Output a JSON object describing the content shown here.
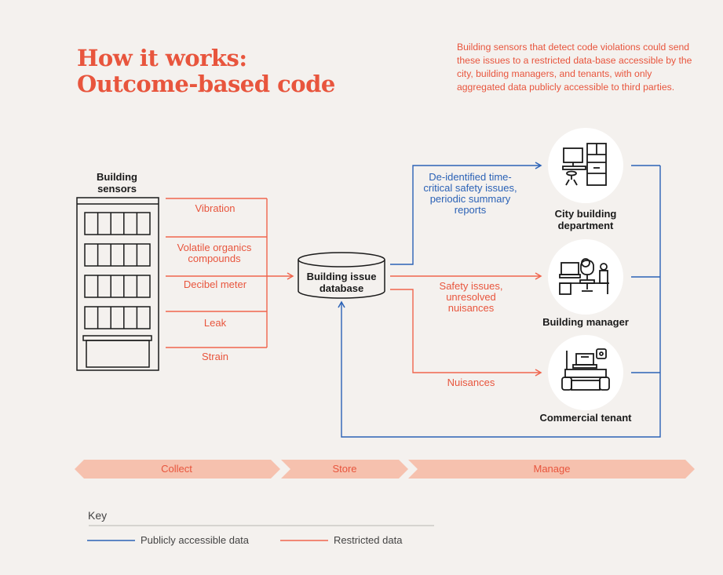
{
  "title": {
    "line1": "How it works:",
    "line2": "Outcome-based code"
  },
  "intro": "Building sensors that detect code violations could send these issues to a restricted data-base accessible by the city, building managers, and tenants, with only aggregated data publicly accessible to third parties.",
  "sensors": {
    "title": "Building sensors",
    "items": [
      "Vibration",
      "Volatile organics compounds",
      "Decibel meter",
      "Leak",
      "Strain"
    ]
  },
  "database": "Building issue database",
  "flows": {
    "city": "De-identified time-critical safety issues, periodic summary reports",
    "manager": "Safety issues, unresolved nuisances",
    "tenant": "Nuisances"
  },
  "recipients": {
    "city": "City building department",
    "manager": "Building manager",
    "tenant": "Commercial tenant"
  },
  "icons": {
    "city": "city-department-icon",
    "manager": "building-manager-icon",
    "tenant": "commercial-tenant-icon",
    "building": "building-icon",
    "database": "database-cylinder-icon"
  },
  "stages": [
    "Collect",
    "Store",
    "Manage"
  ],
  "key": {
    "title": "Key",
    "public": "Publicly accessible data",
    "restricted": "Restricted data"
  },
  "colors": {
    "accent": "#e8553d",
    "public_line": "#2b62b6",
    "restricted_line": "#f0654d",
    "stage_fill": "#f6c1ae",
    "background": "#f4f1ee"
  }
}
